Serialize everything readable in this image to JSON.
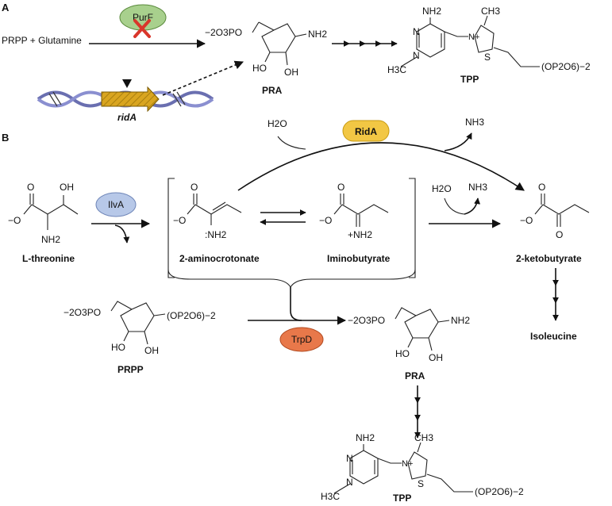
{
  "panels": {
    "a": "A",
    "b": "B"
  },
  "panelA": {
    "enzyme_purF": "PurF",
    "substrates": "PRPP + Glutamine",
    "pra_left_group": "−2O3PO",
    "pra_nh2": "NH2",
    "pra_oh1": "HO",
    "pra_oh2": "OH",
    "pra_label": "PRA",
    "tpp_label": "TPP",
    "tpp_nh2": "NH2",
    "tpp_ch3": "CH3",
    "tpp_h3c": "H3C",
    "tpp_n1": "N",
    "tpp_n2": "N",
    "tpp_np": "N+",
    "tpp_s": "S",
    "tpp_tail": "(OP2O6)−2",
    "gene_label": "ridA"
  },
  "panelB": {
    "water1": "H2O",
    "ridA": "RidA",
    "ammonia1": "NH3",
    "thr_o": "O",
    "thr_oh": "OH",
    "thr_ominus": "−O",
    "thr_nh2": "NH2",
    "thr_label": "L-threonine",
    "ilvA": "IlvA",
    "amc_o": "O",
    "amc_ominus": "−O",
    "amc_nh2": ":NH2",
    "amc_label": "2-aminocrotonate",
    "imb_o": "O",
    "imb_ominus": "−O",
    "imb_nh2": "+NH2",
    "imb_label": "Iminobutyrate",
    "water2": "H2O",
    "ammonia2": "NH3",
    "kb_o1": "O",
    "kb_ominus": "−O",
    "kb_o2": "O",
    "kb_label": "2-ketobutyrate",
    "isoleucine": "Isoleucine",
    "prpp_left": "−2O3PO",
    "prpp_right": "(OP2O6)−2",
    "prpp_oh1": "HO",
    "prpp_oh2": "OH",
    "prpp_label": "PRPP",
    "trpD": "TrpD",
    "pra_left": "−2O3PO",
    "pra_nh2": "NH2",
    "pra_oh1": "HO",
    "pra_oh2": "OH",
    "pra_label": "PRA",
    "tpp_nh2": "NH2",
    "tpp_ch3": "CH3",
    "tpp_h3c": "H3C",
    "tpp_n1": "N",
    "tpp_n2": "N",
    "tpp_np": "N+",
    "tpp_s": "S",
    "tpp_tail": "(OP2O6)−2",
    "tpp_label": "TPP"
  },
  "colors": {
    "purF_fill": "#a8d08d",
    "purF_stroke": "#5a8a3c",
    "ridA_fill": "#f2c744",
    "ridA_stroke": "#c79a10",
    "ilvA_fill": "#b7c8e8",
    "ilvA_stroke": "#6f86b8",
    "trpD_fill": "#e8784a",
    "trpD_stroke": "#b24a20",
    "cross": "#d9362b",
    "dna": "#6a6fb0",
    "gene": "#d9a520"
  }
}
